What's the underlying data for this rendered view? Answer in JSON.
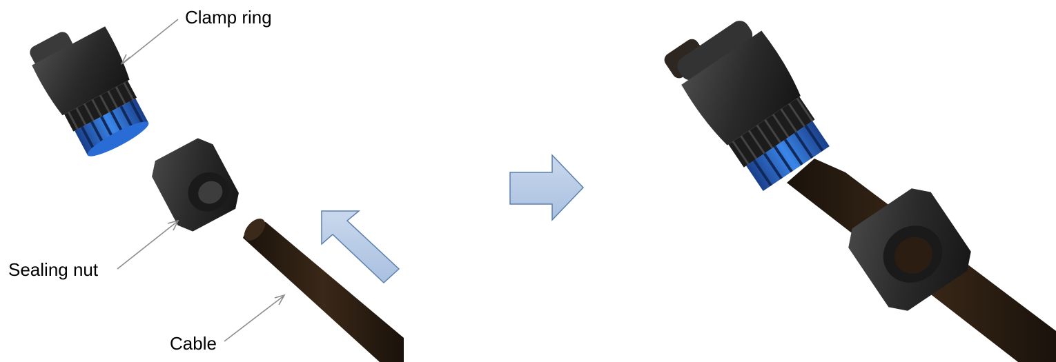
{
  "labels": {
    "clamp_ring": "Clamp ring",
    "sealing_nut": "Sealing nut",
    "cable": "Cable"
  },
  "colors": {
    "background": "#ffffff",
    "part_body": "#2a2a2a",
    "part_highlight": "#4a4a4a",
    "clamp_fingers": "#2f6fd6",
    "cable": "#2b1d12",
    "arrow_fill": "#b8cce4",
    "arrow_stroke": "#5b7fb0",
    "leader_line": "#8c8c8c"
  },
  "steps": {
    "before": "exploded-view",
    "after": "assembled-view"
  }
}
